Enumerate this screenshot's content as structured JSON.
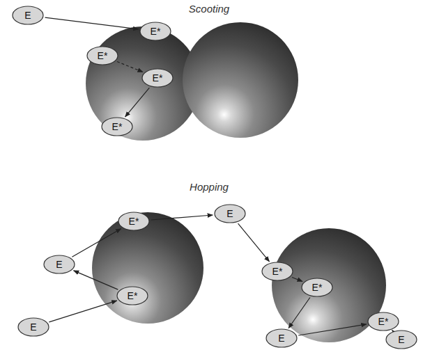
{
  "diagram": {
    "nodes": [
      {
        "text": [
          "E"
        ]
      },
      {
        "text": [
          "E*"
        ]
      },
      {
        "text": [
          "E*"
        ]
      },
      {
        "text": [
          "E*"
        ]
      },
      {
        "text": [
          "E*"
        ]
      },
      {
        "text": [
          "E*"
        ]
      },
      {
        "text": [
          "E"
        ]
      },
      {
        "text": [
          "E"
        ]
      },
      {
        "text": [
          "E*"
        ]
      },
      {
        "text": [
          "E"
        ]
      },
      {
        "text": [
          "E*"
        ]
      },
      {
        "text": [
          "E*"
        ]
      },
      {
        "text": [
          "E*"
        ]
      },
      {
        "text": [
          "E"
        ]
      },
      {
        "text": [
          "E"
        ]
      }
    ],
    "edges": [
      {
        "from": 0,
        "to": 1,
        "arrow": "to"
      },
      {
        "from": 2,
        "to": 3,
        "arrow": "to"
      },
      {
        "from": 3,
        "to": 4,
        "arrow": "to"
      },
      {
        "from": 5,
        "to": 6,
        "arrow": "to"
      },
      {
        "from": 8,
        "to": 7,
        "arrow": "to"
      },
      {
        "from": 9,
        "to": 8,
        "arrow": "to"
      },
      {
        "from": 7,
        "to": 5,
        "arrow": "to"
      },
      {
        "from": 6,
        "to": 10,
        "arrow": "to"
      },
      {
        "from": 10,
        "to": 11,
        "arrow": "to"
      },
      {
        "from": 11,
        "to": 13,
        "arrow": "to"
      },
      {
        "from": 13,
        "to": 12,
        "arrow": "to"
      },
      {
        "from": 12,
        "to": 14,
        "arrow": "to"
      }
    ],
    "labels": [
      "Scooting",
      "Hopping"
    ]
  }
}
